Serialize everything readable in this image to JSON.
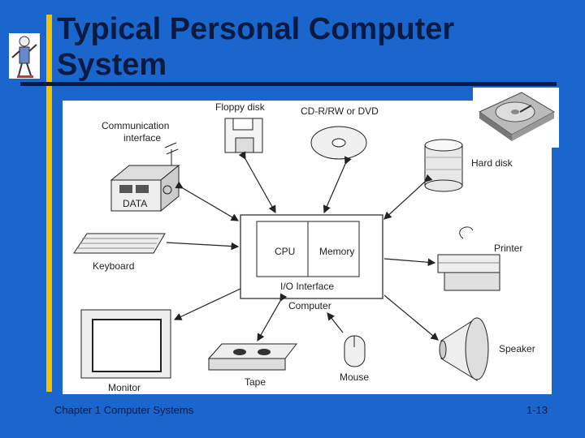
{
  "slide": {
    "title_line1": "Typical Personal Computer",
    "title_line2": "System",
    "footer_left": "Chapter 1 Computer Systems",
    "footer_right": "1-13"
  },
  "diagram": {
    "floppy": "Floppy disk",
    "cdrom": "CD-R/RW or DVD",
    "comm_line1": "Communication",
    "comm_line2": "interface",
    "data": "DATA",
    "harddisk": "Hard disk",
    "keyboard": "Keyboard",
    "cpu": "CPU",
    "memory": "Memory",
    "io": "I/O Interface",
    "computer": "Computer",
    "printer": "Printer",
    "monitor": "Monitor",
    "tape": "Tape",
    "mouse": "Mouse",
    "speaker": "Speaker"
  },
  "colors": {
    "background": "#1a66cc",
    "accent_bar": "#f2c200",
    "title": "#0a1a40"
  }
}
